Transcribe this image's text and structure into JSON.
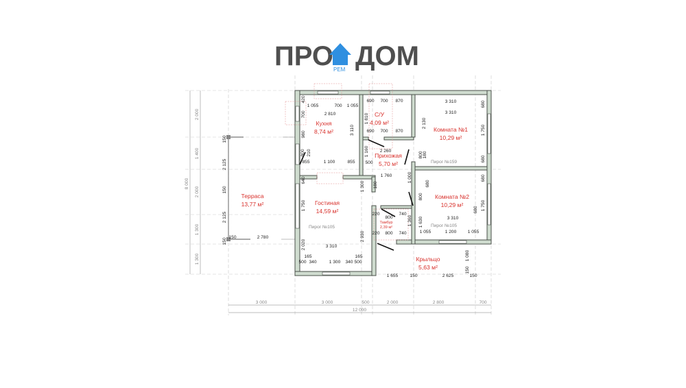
{
  "rooms": [
    {
      "name": "Кухня",
      "area": "8,74 м²"
    },
    {
      "name": "С/У",
      "area": "4,09 м²"
    },
    {
      "name": "Прихожая",
      "area": "5,70 м²"
    },
    {
      "name": "Комната №1",
      "area": "10,29 м²"
    },
    {
      "name": "Комната №2",
      "area": "10,29 м²"
    },
    {
      "name": "Терраса",
      "area": "13,77 м²"
    },
    {
      "name": "Гостиная",
      "area": "14,59 м²"
    },
    {
      "name": "Тамбур",
      "area": "2,39 м²"
    },
    {
      "name": "Крыльцо",
      "area": "5,63 м²"
    }
  ],
  "notes": [
    "Пирог №159",
    "Пирог №105",
    "Пирог №105"
  ],
  "watermark": {
    "left": "ПРО",
    "right": "ДОМ",
    "sub": "РЕМ"
  },
  "colors": {
    "room_label": "#d8302b",
    "wall_fill": "#cfdccf",
    "watermark_icon": "#2f8fe0"
  },
  "dims_h": [
    "1 055",
    "700",
    "1 055",
    "2 810",
    "855",
    "1 100",
    "855",
    "690",
    "700",
    "870",
    "690",
    "700",
    "870",
    "3 310",
    "3 310",
    "2 260",
    "500",
    "1 760",
    "3 310",
    "1 055",
    "1 200",
    "1 055",
    "220",
    "800",
    "740",
    "220",
    "800",
    "740",
    "3 310",
    "165",
    "165",
    "500",
    "340",
    "1 300",
    "340",
    "500",
    "150",
    "2 780",
    "1 655",
    "150",
    "2 625",
    "150"
  ],
  "dims_v": [
    "150",
    "2 125",
    "150",
    "2 125",
    "150",
    "420",
    "700",
    "980",
    "800",
    "210",
    "640",
    "1 750",
    "2 020",
    "3 110",
    "1 810",
    "1 160",
    "2 130",
    "800",
    "180",
    "1 000",
    "680",
    "800",
    "1 360",
    "1 630",
    "2 930",
    "180",
    "1 300",
    "680",
    "1 750",
    "680",
    "680",
    "1 750",
    "680",
    "1 080",
    "150"
  ],
  "axis_left": {
    "segments": [
      "2 000",
      "1 400",
      "2 000",
      "1 300",
      "1 300"
    ],
    "total": "8 000"
  },
  "axis_bottom": {
    "segments": [
      "3 000",
      "3 000",
      "500",
      "2 000",
      "2 800",
      "700"
    ],
    "total": "12 000"
  }
}
